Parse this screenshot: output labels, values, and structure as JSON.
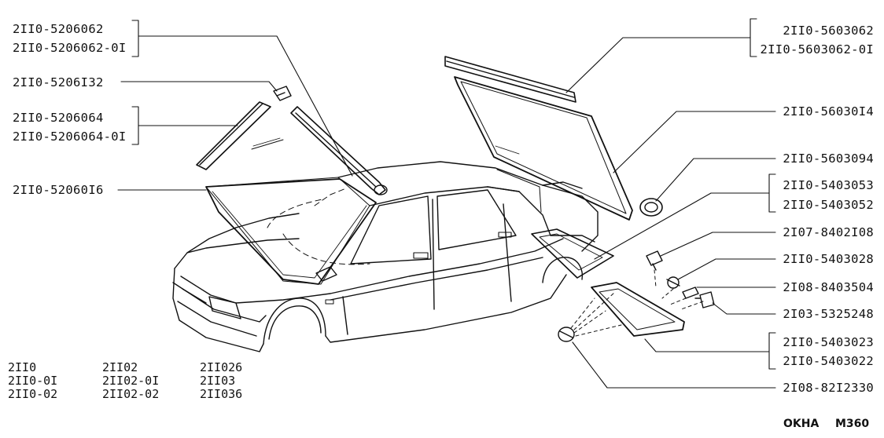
{
  "callouts_left": [
    {
      "id": "l1a",
      "text": "2II0-5206062"
    },
    {
      "id": "l1b",
      "text": "2II0-5206062-0I"
    },
    {
      "id": "l2",
      "text": "2II0-5206I32"
    },
    {
      "id": "l3a",
      "text": "2II0-5206064"
    },
    {
      "id": "l3b",
      "text": "2II0-5206064-0I"
    },
    {
      "id": "l4",
      "text": "2II0-52060I6"
    }
  ],
  "callouts_right": [
    {
      "id": "r1a",
      "text": "2II0-5603062"
    },
    {
      "id": "r1b",
      "text": "2II0-5603062-0I"
    },
    {
      "id": "r2",
      "text": "2II0-56030I4"
    },
    {
      "id": "r3",
      "text": "2II0-5603094"
    },
    {
      "id": "r4a",
      "text": "2II0-5403053"
    },
    {
      "id": "r4b",
      "text": "2II0-5403052"
    },
    {
      "id": "r5",
      "text": "2I07-8402I08"
    },
    {
      "id": "r6",
      "text": "2II0-5403028"
    },
    {
      "id": "r7",
      "text": "2I08-8403504"
    },
    {
      "id": "r8",
      "text": "2I03-5325248"
    },
    {
      "id": "r9a",
      "text": "2II0-5403023"
    },
    {
      "id": "r9b",
      "text": "2II0-5403022"
    },
    {
      "id": "r10",
      "text": "2I08-82I2330"
    }
  ],
  "models": [
    [
      "2II0",
      "2II0-0I",
      "2II0-02"
    ],
    [
      "2II02",
      "2II02-0I",
      "2II02-02"
    ],
    [
      "2II026",
      "2II03",
      "2II036"
    ]
  ],
  "footer": {
    "section": "OKHA",
    "page": "M360"
  }
}
